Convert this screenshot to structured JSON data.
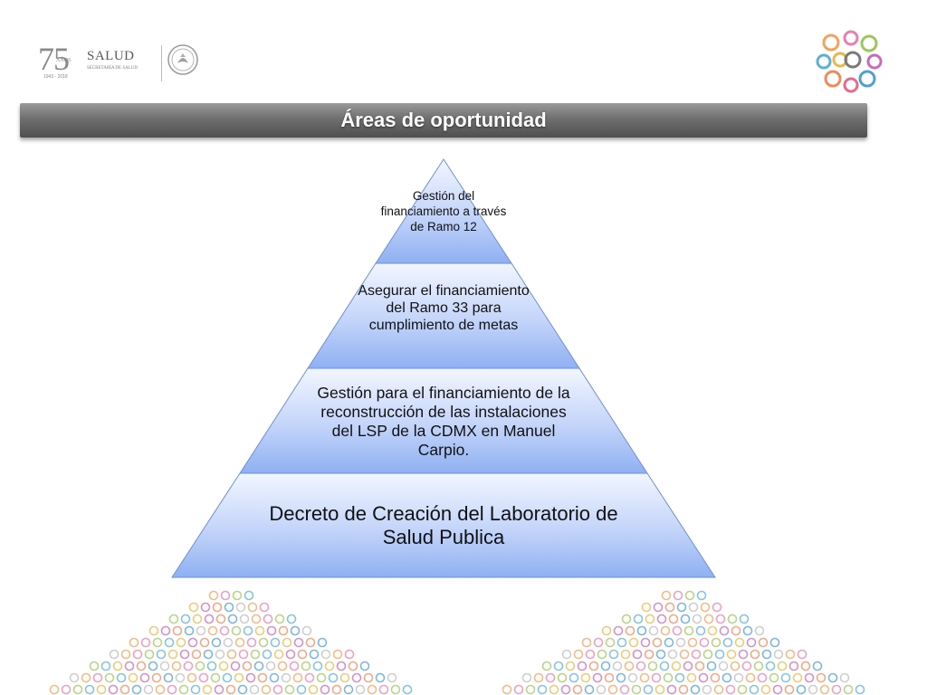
{
  "header": {
    "anniversary_number": "75",
    "anniversary_word": "AÑOS",
    "anniversary_years": "1943 - 2018",
    "ministry_name": "SALUD",
    "ministry_subtitle": "SECRETARÍA DE SALUD"
  },
  "title": "Áreas de oportunidad",
  "pyramid": {
    "tiers": [
      "Gestión del financiamiento a través de  Ramo 12",
      "Asegurar el financiamiento del Ramo 33 para cumplimiento de metas",
      "Gestión para el financiamiento de la reconstrucción de las instalaciones del LSP de la CDMX en Manuel Carpio.",
      "Decreto de Creación del Laboratorio de Salud Publica"
    ]
  },
  "colors": {
    "title_bar_top": "#9a9a9a",
    "title_bar_bottom": "#4f4f4f",
    "pyramid_light": "#eef3ff",
    "pyramid_dark": "#8fb0f2",
    "pyramid_edge": "#6f8fd8"
  },
  "icons": {
    "seal": "mexican-coat-of-arms-icon",
    "brand": "colored-rings-logo-icon",
    "decoration": "ring-pattern-decoration"
  }
}
